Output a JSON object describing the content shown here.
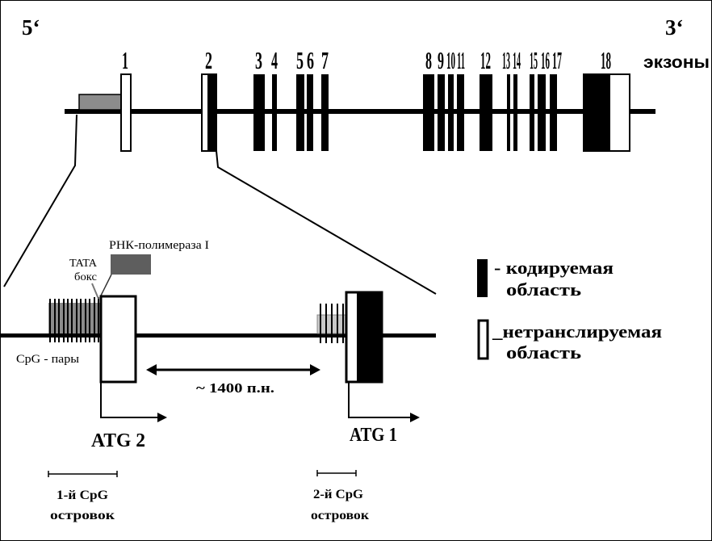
{
  "diagram": {
    "five_prime": "5‘",
    "three_prime": "3‘",
    "exons_label": "экзоны",
    "exon_numbers": [
      "1",
      "2",
      "3",
      "4",
      "5",
      "6",
      "7",
      "8",
      "9",
      "10",
      "11",
      "12",
      "13",
      "14",
      "15",
      "16",
      "17",
      "18"
    ],
    "rna_polymerase": "РНК-полимераза I",
    "tata_line1": "TATA",
    "tata_line2": "бокс",
    "cpg_pairs": "CpG - пары",
    "distance": "~ 1400 п.н.",
    "atg2": "ATG 2",
    "atg1": "ATG 1",
    "island1_line1": "1-й CpG",
    "island1_line2": "островок",
    "island2_line1": "2-й CpG",
    "island2_line2": "островок"
  },
  "legend": {
    "coding_line1": "- кодируемая",
    "coding_line2": "область",
    "utr_line1": "_нетранслируемая",
    "utr_line2": "область"
  },
  "colors": {
    "coding": "#000000",
    "untranslated": "#ffffff",
    "promoter_region": "#8c8c8c",
    "rna_polymerase_box": "#5e5e5e",
    "second_cpg_region": "#c8c8c8"
  }
}
